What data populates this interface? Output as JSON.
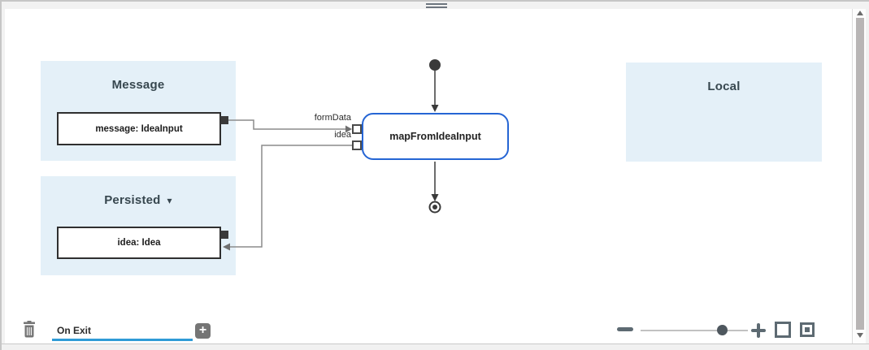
{
  "colors": {
    "accent_blue": "#2f9bd6",
    "node_border": "#2565d4",
    "panel_bg": "#e4f0f8",
    "panel_title": "#37474f",
    "icon_gray": "#757575",
    "control_gray": "#5d6a72",
    "wire_gray": "#8c8c8c",
    "flow_dark": "#3a3a3a"
  },
  "canvas": {
    "panels": [
      {
        "id": "message",
        "title": "Message",
        "variable": "message: IdeaInput"
      },
      {
        "id": "persisted",
        "title": "Persisted",
        "variable": "idea: Idea",
        "has_dropdown": true
      },
      {
        "id": "local",
        "title": "Local"
      }
    ],
    "node": {
      "label": "mapFromIdeaInput",
      "inputs": [
        "formData",
        "idea"
      ]
    },
    "flow": {
      "start_symbol": "filled-circle",
      "end_symbol": "target-circle"
    }
  },
  "footer": {
    "tab_label": "On Exit"
  },
  "zoom_controls": {
    "slider_position_pct": 76
  },
  "icons": {
    "caret": "▾",
    "add": "+",
    "drag_handle": "grip-bars",
    "trash": "trash-can",
    "zoom_out": "minus",
    "zoom_in": "plus",
    "fullscreen": "corner-brackets",
    "fit_to_view": "box-in-box",
    "scroll_up": "triangle-up",
    "scroll_down": "triangle-down"
  }
}
